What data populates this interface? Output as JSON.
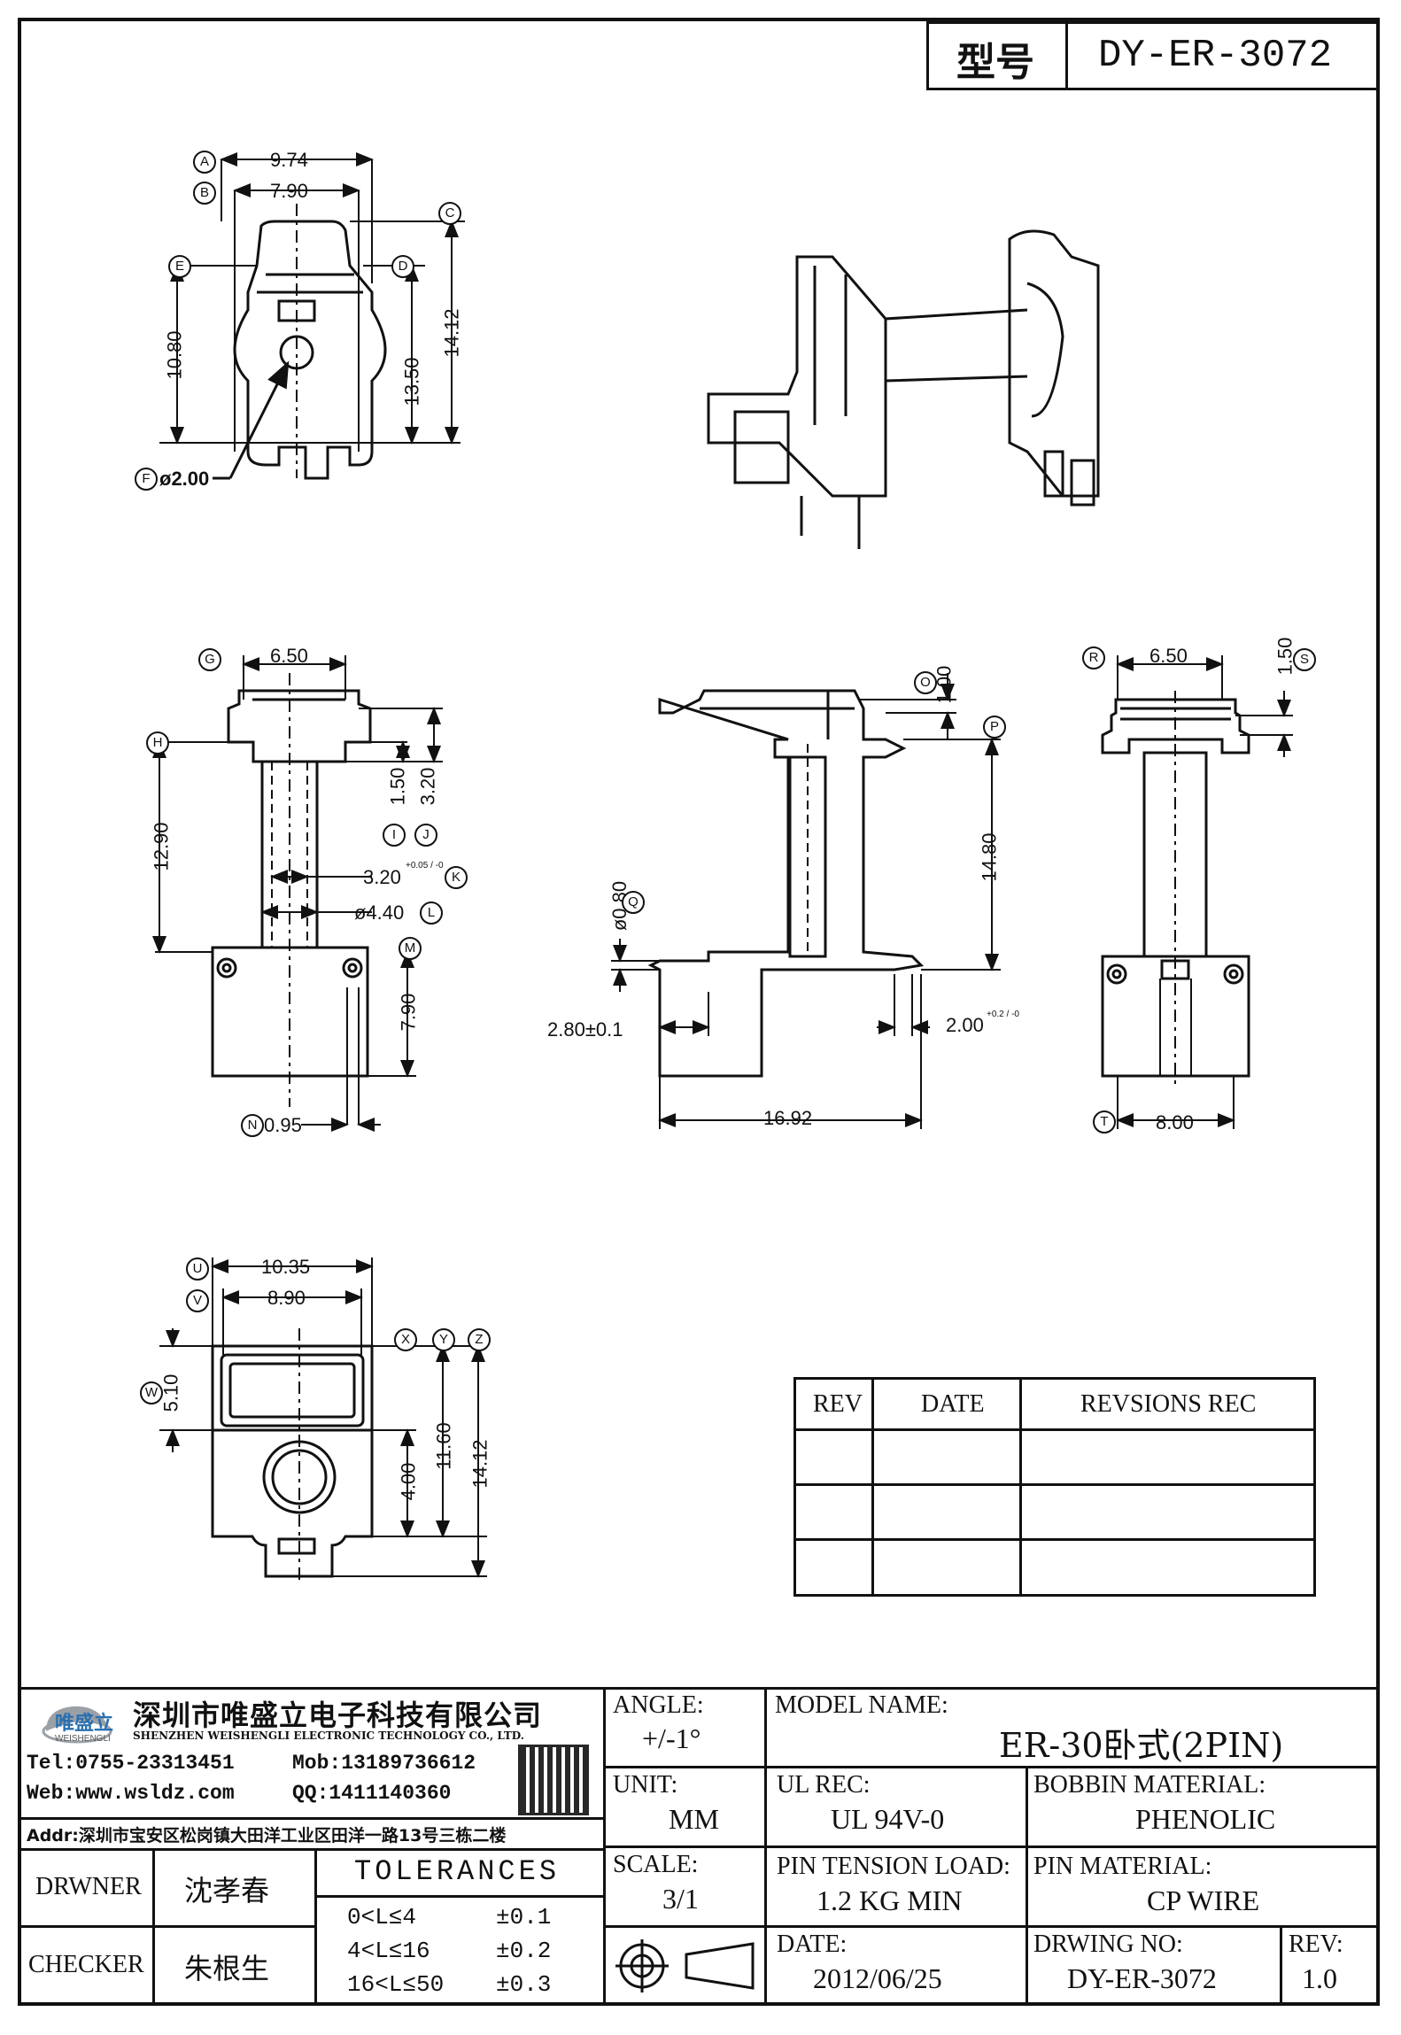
{
  "header": {
    "model_label": "型号",
    "model_value": "DY-ER-3072"
  },
  "dimensions": {
    "top_view": {
      "A": "9.74",
      "B": "7.90",
      "height_left": "10.80",
      "height_mid": "13.50",
      "height_right": "14.12",
      "hole": "ø2.00"
    },
    "front_view": {
      "G": "6.50",
      "H": "12.90",
      "I": "1.50",
      "J": "3.20",
      "K": "3.20",
      "K_tol": "+0.05 / -0",
      "L": "ø4.40",
      "M": "7.90",
      "N": "0.95"
    },
    "side_view": {
      "O": "1.00",
      "P": "14.80",
      "Q": "ø0.80",
      "R": "2.80±0.1",
      "S": "2.00",
      "S_tol": "+0.2 / -0",
      "T": "16.92"
    },
    "end_view": {
      "R": "6.50",
      "S": "1.50",
      "T": "8.00"
    },
    "bottom_view": {
      "U": "10.35",
      "V": "8.90",
      "W": "5.10",
      "X": "4.00",
      "Y": "11.60",
      "Z": "14.12"
    }
  },
  "markers": {
    "A": "A",
    "B": "B",
    "C": "C",
    "D": "D",
    "E": "E",
    "F": "F",
    "G": "G",
    "H": "H",
    "I": "I",
    "J": "J",
    "K": "K",
    "L": "L",
    "M": "M",
    "N": "N",
    "O": "O",
    "P": "P",
    "Q": "Q",
    "R": "R",
    "S": "S",
    "T": "T",
    "U": "U",
    "V": "V",
    "W": "W",
    "X": "X",
    "Y": "Y",
    "Z": "Z"
  },
  "revisions": {
    "headers": [
      "REV",
      "DATE",
      "REVSIONS REC"
    ],
    "rows": [
      [
        "",
        "",
        ""
      ],
      [
        "",
        "",
        ""
      ],
      [
        "",
        "",
        ""
      ]
    ]
  },
  "company": {
    "logo_text": "唯盛立",
    "logo_sub": "WEISHENGLI",
    "name_cn": "深圳市唯盛立电子科技有限公司",
    "name_en": "SHENZHEN WEISHENGLI ELECTRONIC TECHNOLOGY CO., LTD.",
    "tel": "Tel:0755-23313451",
    "mob": "Mob:13189736612",
    "web": "Web:www.wsldz.com",
    "qq": "QQ:1411140360",
    "addr": "Addr:深圳市宝安区松岗镇大田洋工业区田洋一路13号三栋二楼"
  },
  "title_block": {
    "angle_label": "ANGLE:",
    "angle_value": "+/-1°",
    "unit_label": "UNIT:",
    "unit_value": "MM",
    "scale_label": "SCALE:",
    "scale_value": "3/1",
    "model_name_label": "MODEL NAME:",
    "model_name_value": "ER-30卧式(2PIN)",
    "ul_label": "UL REC:",
    "ul_value": "UL 94V-0",
    "bobbin_label": "BOBBIN MATERIAL:",
    "bobbin_value": "PHENOLIC",
    "pin_tension_label": "PIN TENSION LOAD:",
    "pin_tension_value": "1.2 KG MIN",
    "pin_material_label": "PIN MATERIAL:",
    "pin_material_value": "CP WIRE",
    "date_label": "DATE:",
    "date_value": "2012/06/25",
    "drawing_no_label": "DRWING NO:",
    "drawing_no_value": "DY-ER-3072",
    "rev_label": "REV:",
    "rev_value": "1.0",
    "drawer_label": "DRWNER",
    "drawer_value": "沈孝春",
    "checker_label": "CHECKER",
    "checker_value": "朱根生",
    "tolerances_title": "TOLERANCES",
    "tolerances": [
      {
        "range": "0<L≤4",
        "tol": "±0.1"
      },
      {
        "range": "4<L≤16",
        "tol": "±0.2"
      },
      {
        "range": "16<L≤50",
        "tol": "±0.3"
      }
    ]
  }
}
